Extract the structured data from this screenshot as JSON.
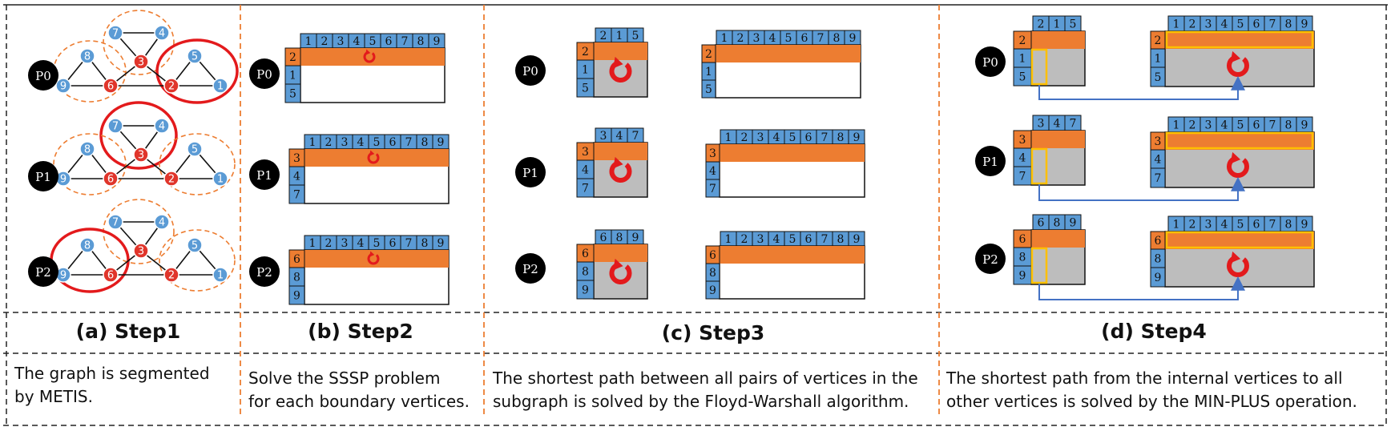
{
  "graph": {
    "vertices": [
      {
        "id": "1",
        "kind": "inner"
      },
      {
        "id": "2",
        "kind": "boundary"
      },
      {
        "id": "3",
        "kind": "boundary"
      },
      {
        "id": "4",
        "kind": "inner"
      },
      {
        "id": "5",
        "kind": "inner"
      },
      {
        "id": "6",
        "kind": "boundary"
      },
      {
        "id": "7",
        "kind": "inner"
      },
      {
        "id": "8",
        "kind": "inner"
      },
      {
        "id": "9",
        "kind": "inner"
      }
    ],
    "edges": [
      [
        "3",
        "7"
      ],
      [
        "3",
        "4"
      ],
      [
        "7",
        "4"
      ],
      [
        "6",
        "8"
      ],
      [
        "6",
        "9"
      ],
      [
        "8",
        "9"
      ],
      [
        "2",
        "5"
      ],
      [
        "2",
        "1"
      ],
      [
        "5",
        "1"
      ],
      [
        "3",
        "6"
      ],
      [
        "3",
        "2"
      ],
      [
        "6",
        "2"
      ]
    ],
    "partitions": [
      [
        "7",
        "4",
        "3"
      ],
      [
        "8",
        "9",
        "6"
      ],
      [
        "5",
        "1",
        "2"
      ]
    ]
  },
  "processes": [
    {
      "label": "P0",
      "boundary": "2",
      "inner": [
        "1",
        "5"
      ],
      "fw_cols": [
        "2",
        "1",
        "5"
      ],
      "highlight_partition": 2
    },
    {
      "label": "P1",
      "boundary": "3",
      "inner": [
        "4",
        "7"
      ],
      "fw_cols": [
        "3",
        "4",
        "7"
      ],
      "highlight_partition": 0
    },
    {
      "label": "P2",
      "boundary": "6",
      "inner": [
        "8",
        "9"
      ],
      "fw_cols": [
        "6",
        "8",
        "9"
      ],
      "highlight_partition": 1
    }
  ],
  "matrix_columns": [
    "1",
    "2",
    "3",
    "4",
    "5",
    "6",
    "7",
    "8",
    "9"
  ],
  "steps": [
    {
      "title": "(a) Step1",
      "desc": [
        "The graph is segmented",
        "by METIS."
      ]
    },
    {
      "title": "(b) Step2",
      "desc": [
        "Solve the SSSP problem",
        "for each boundary vertices."
      ]
    },
    {
      "title": "(c) Step3",
      "desc": [
        "The shortest path between all pairs of vertices in the",
        "subgraph is solved by the Floyd-Warshall algorithm."
      ]
    },
    {
      "title": "(d) Step4",
      "desc": [
        "The shortest path from the internal vertices to all",
        "other vertices is solved by the MIN-PLUS operation."
      ]
    }
  ],
  "colors": {
    "blue": "#5b9bd5",
    "orange": "#ed7d31",
    "gray": "#bdbdbd",
    "red": "#e31a1c",
    "vertex_red": "#e0352b",
    "yellow": "#ffc000",
    "arrow": "#4472c4",
    "black": "#000000",
    "dash_orange": "#ed7d31"
  },
  "icons": {
    "cycle": "circular-arrow-icon",
    "transfer": "arrow-up-icon"
  }
}
